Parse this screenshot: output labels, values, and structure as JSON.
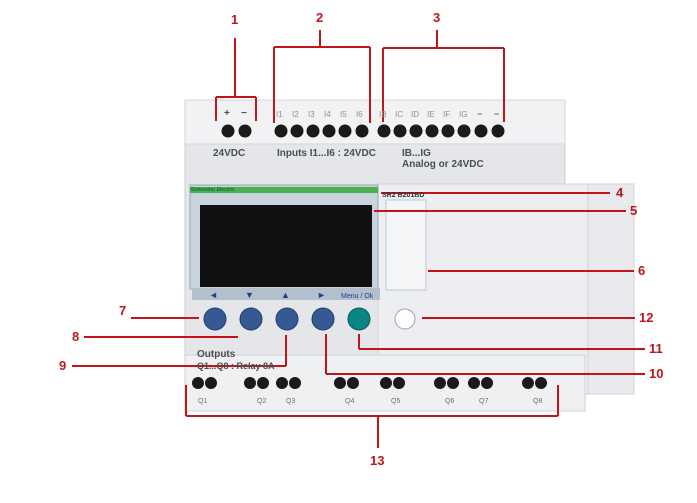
{
  "device": {
    "brand": "Schneider Electric",
    "model_label": "SR2 B201BD",
    "power_terminals": [
      "+",
      "−"
    ],
    "power_label": "24VDC",
    "input_terminals": [
      "I1",
      "I2",
      "I3",
      "I4",
      "I5",
      "I6",
      "IB",
      "IC",
      "ID",
      "IE",
      "IF",
      "IG",
      "−",
      "−"
    ],
    "inputs_label": "Inputs I1...I6 : 24VDC",
    "analog_label_1": "IB...IG",
    "analog_label_2": "Analog or 24VDC",
    "keypad_arrows": [
      "◄",
      "▼",
      "▲",
      "►"
    ],
    "menu_ok_label": "Menu / Ok",
    "outputs_title": "Outputs",
    "outputs_subtitle": "Q1...Q8 : Relay 8A",
    "output_groups": [
      "Q1",
      "Q2",
      "Q3",
      "Q4",
      "Q5",
      "Q6",
      "Q7",
      "Q8"
    ]
  },
  "callouts": [
    "1",
    "2",
    "3",
    "4",
    "5",
    "6",
    "7",
    "8",
    "9",
    "10",
    "11",
    "12",
    "13"
  ],
  "colors": {
    "callout": "#c0151b",
    "housing": "#e9ebee",
    "button": "#355a93",
    "ok_button": "#0c8585",
    "screen": "#111111"
  }
}
